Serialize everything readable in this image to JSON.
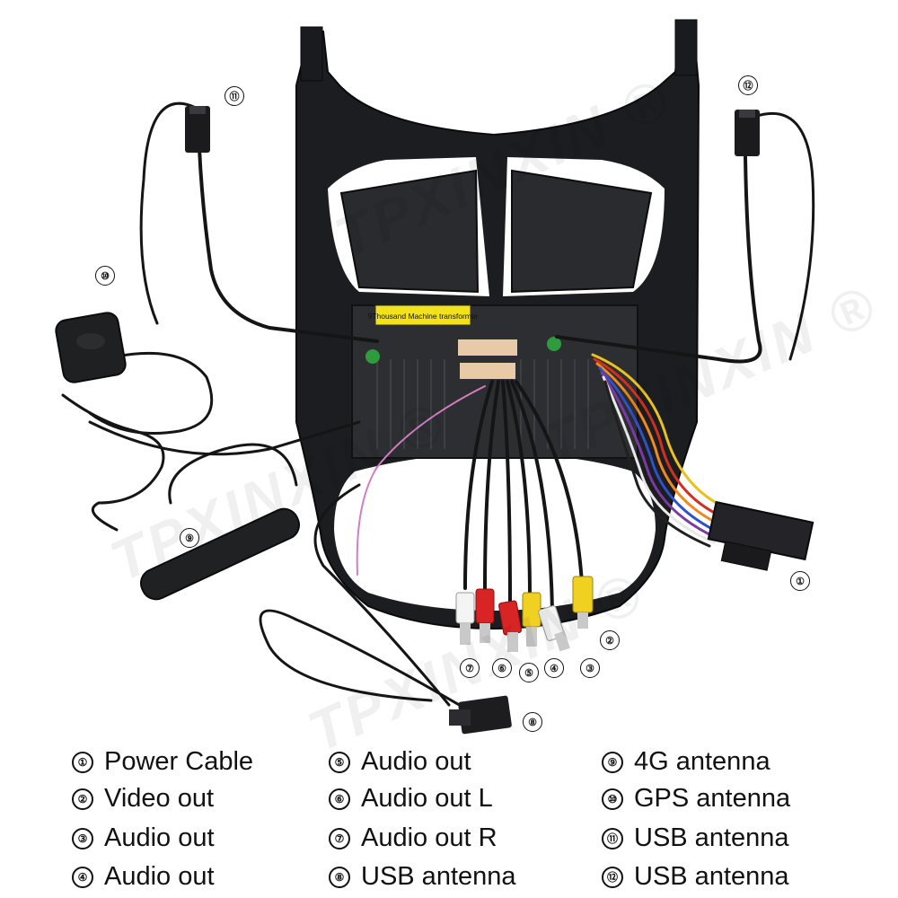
{
  "watermark": "TPXINXIN ®",
  "label_sticker": "9Thousand Machine transformer",
  "callouts": [
    "①",
    "②",
    "③",
    "④",
    "⑤",
    "⑥",
    "⑦",
    "⑧",
    "⑨",
    "⑩",
    "⑪",
    "⑫"
  ],
  "legend": [
    {
      "num": "①",
      "text": "Power Cable"
    },
    {
      "num": "②",
      "text": "Video out"
    },
    {
      "num": "③",
      "text": "Audio out"
    },
    {
      "num": "④",
      "text": "Audio out"
    },
    {
      "num": "⑤",
      "text": "Audio out"
    },
    {
      "num": "⑥",
      "text": "Audio out L"
    },
    {
      "num": "⑦",
      "text": "Audio out R"
    },
    {
      "num": "⑧",
      "text": "USB antenna"
    },
    {
      "num": "⑨",
      "text": "4G antenna"
    },
    {
      "num": "⑩",
      "text": "GPS antenna"
    },
    {
      "num": "⑪",
      "text": "USB antenna"
    },
    {
      "num": "⑫",
      "text": "USB antenna"
    }
  ]
}
